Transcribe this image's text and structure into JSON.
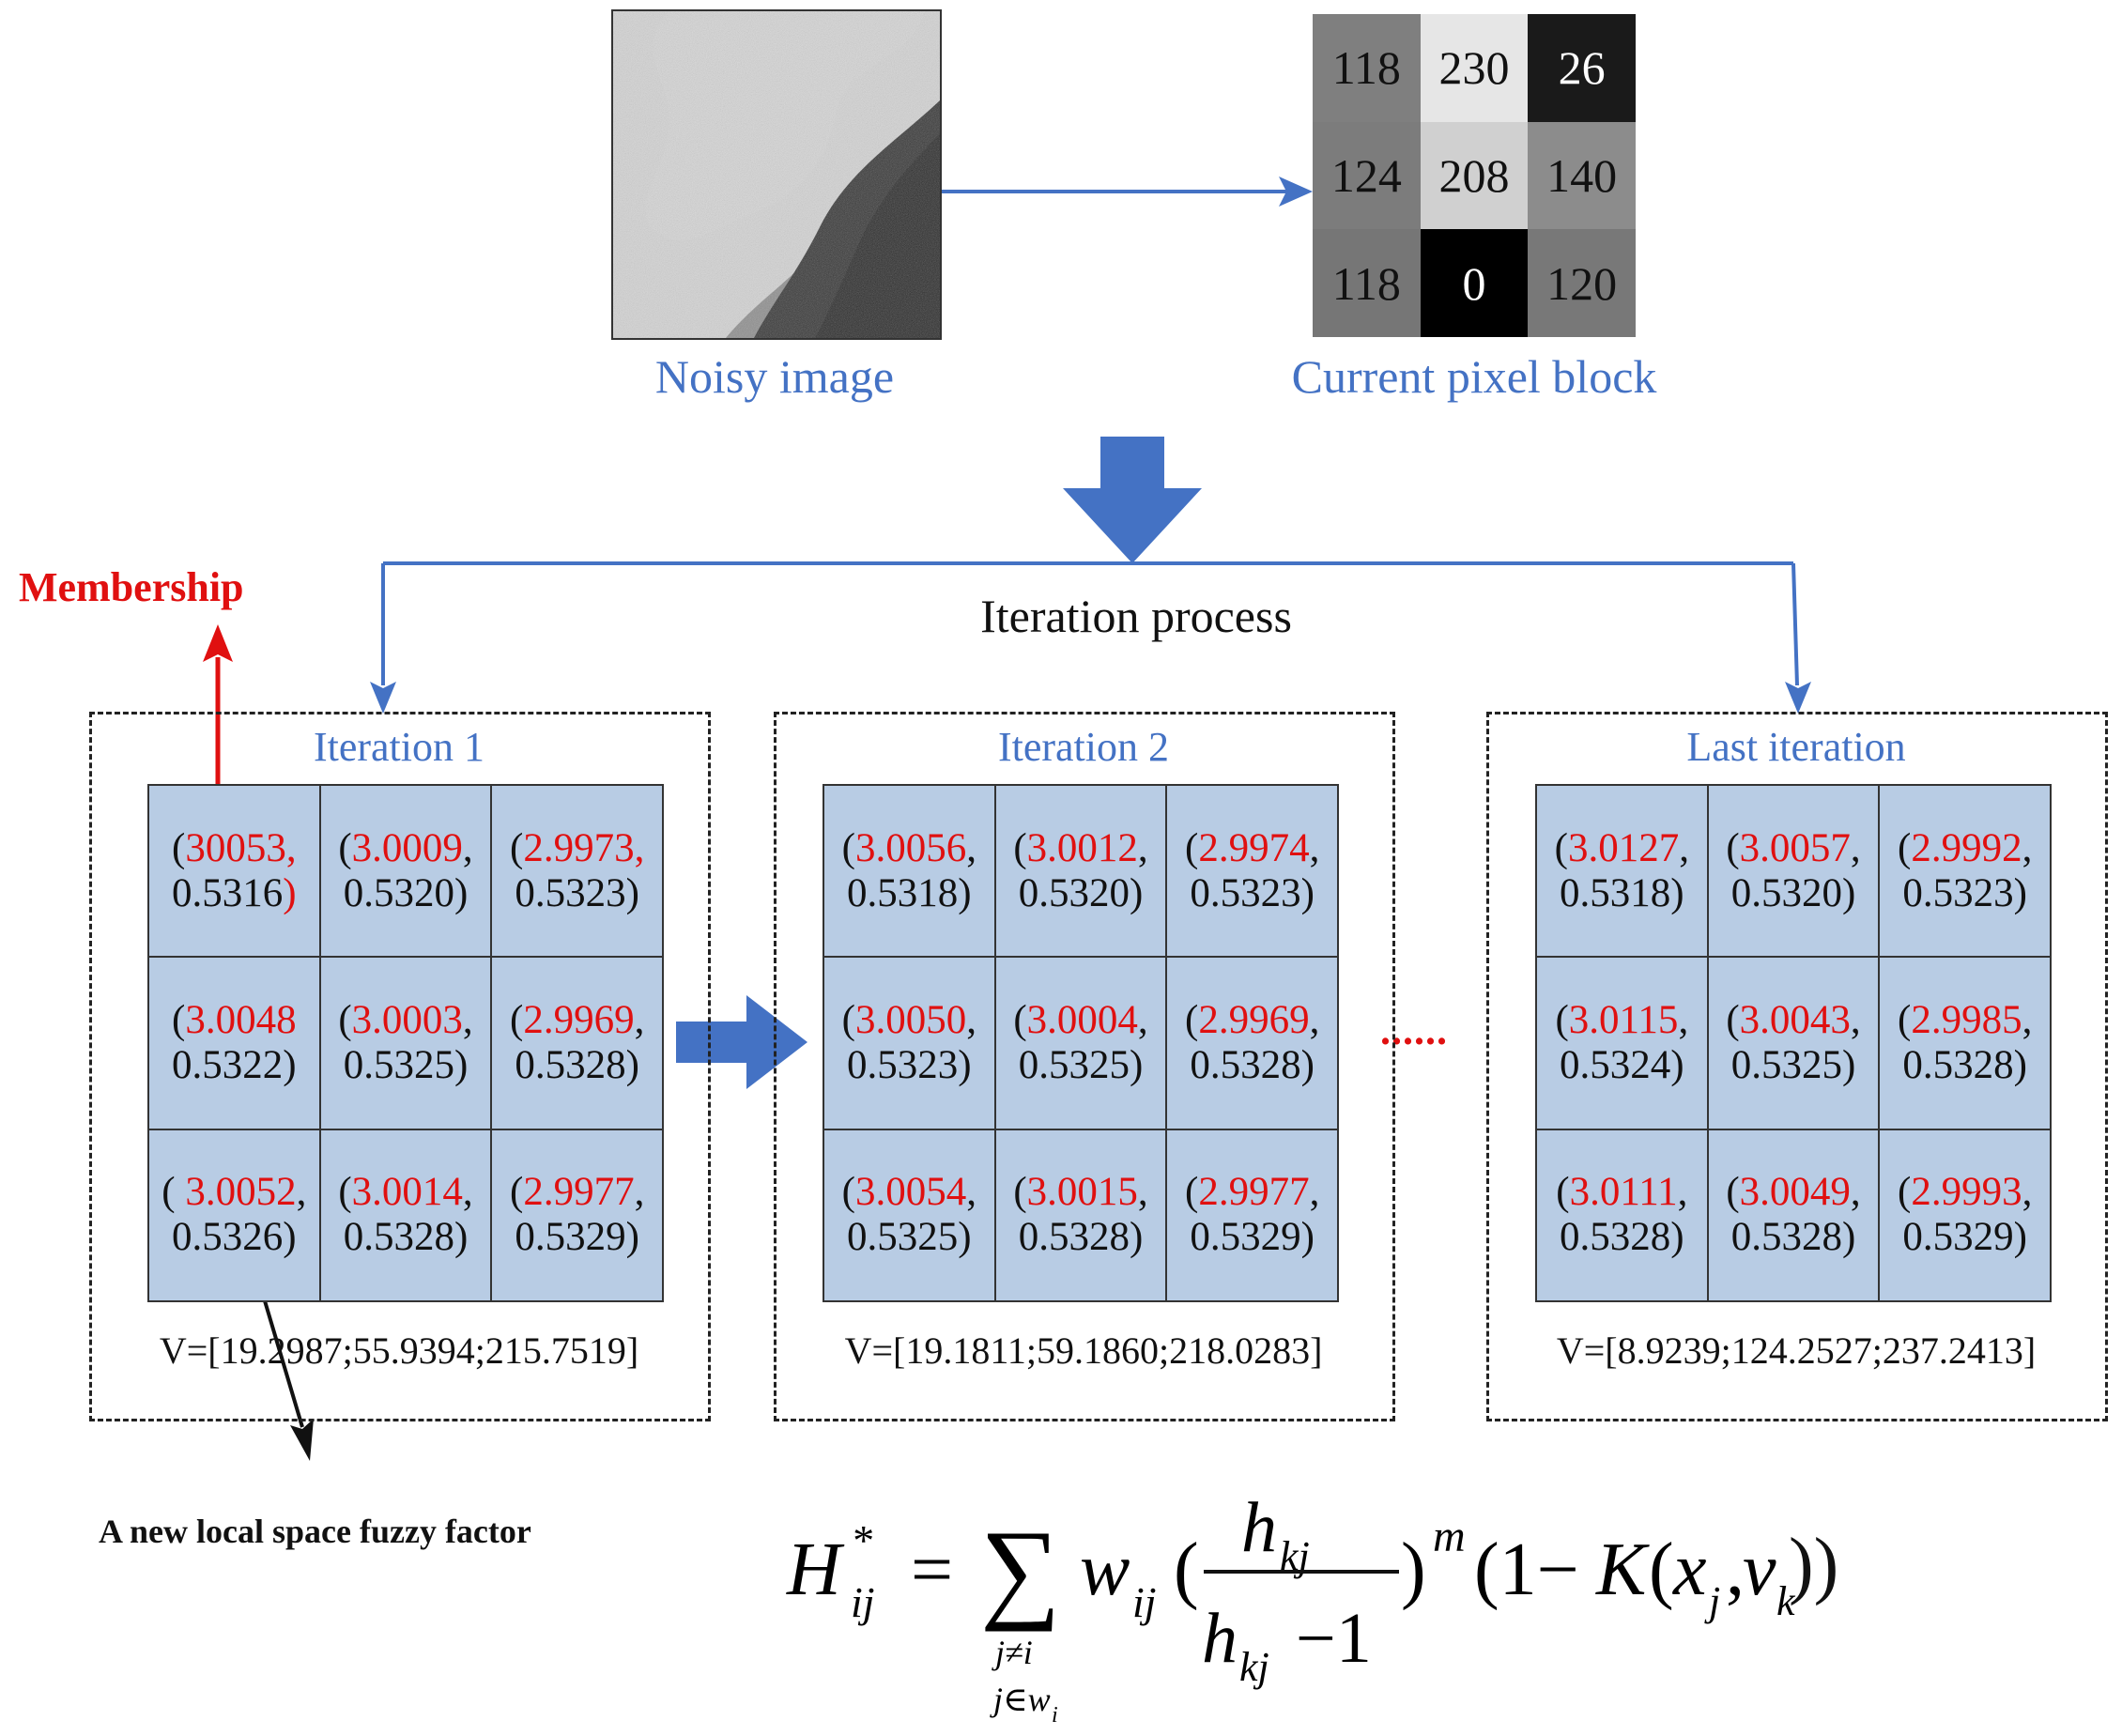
{
  "top": {
    "noisy_label": "Noisy image",
    "block_label": "Current pixel block",
    "pixel_block": [
      {
        "value": "118",
        "shade": "#7f7f7f",
        "text_color": "#111111"
      },
      {
        "value": "230",
        "shade": "#e6e6e6",
        "text_color": "#111111"
      },
      {
        "value": "26",
        "shade": "#1a1a1a",
        "text_color": "#ffffff"
      },
      {
        "value": "124",
        "shade": "#7c7c7c",
        "text_color": "#111111"
      },
      {
        "value": "208",
        "shade": "#d0d0d0",
        "text_color": "#111111"
      },
      {
        "value": "140",
        "shade": "#8c8c8c",
        "text_color": "#111111"
      },
      {
        "value": "118",
        "shade": "#767676",
        "text_color": "#111111"
      },
      {
        "value": "0",
        "shade": "#000000",
        "text_color": "#ffffff"
      },
      {
        "value": "120",
        "shade": "#787878",
        "text_color": "#111111"
      }
    ]
  },
  "process_label": "Iteration process",
  "membership_label": "Membership",
  "fuzzy_factor_label": "A new local space fuzzy factor",
  "ellipsis": "......",
  "panels": [
    {
      "title": "Iteration 1",
      "v_text": "V=[19.2987;55.9394;215.7519]",
      "cells": [
        {
          "open": "(",
          "red": "30053,",
          "second": "0.5316",
          "close": ")",
          "close_red": true
        },
        {
          "open": "(",
          "red": "3.0009",
          "comma": ",",
          "second": "0.5320",
          "close": ")"
        },
        {
          "open": "(",
          "red": "2.9973,",
          "second": "0.5323",
          "close": ")"
        },
        {
          "open": "(",
          "red": "3.0048",
          "second": "0.5322",
          "close": ")"
        },
        {
          "open": "(",
          "red": "3.0003",
          "comma": ",",
          "second": "0.5325",
          "close": ")"
        },
        {
          "open": "(",
          "red": "2.9969",
          "comma": ",",
          "second": "0.5328",
          "close": ")"
        },
        {
          "open": "( ",
          "red": "3.0052",
          "comma": ",",
          "second": "0.5326",
          "close": ")"
        },
        {
          "open": "(",
          "red": "3.0014",
          "comma": ",",
          "second": "0.5328",
          "close": ")"
        },
        {
          "open": "(",
          "red": "2.9977",
          "comma": ",",
          "second": "0.5329",
          "close": ")"
        }
      ]
    },
    {
      "title": "Iteration 2",
      "v_text": "V=[19.1811;59.1860;218.0283]",
      "cells": [
        {
          "open": "(",
          "red": "3.0056",
          "comma": ",",
          "second": "0.5318",
          "close": ")"
        },
        {
          "open": "(",
          "red": "3.0012",
          "comma": ",",
          "second": "0.5320",
          "close": ")"
        },
        {
          "open": "(",
          "red": "2.9974",
          "comma": ",",
          "second": "0.5323",
          "close": ")"
        },
        {
          "open": "(",
          "red": "3.0050",
          "comma": ",",
          "second": "0.5323",
          "close": ")"
        },
        {
          "open": "(",
          "red": "3.0004",
          "comma": ",",
          "second": "0.5325",
          "close": ")"
        },
        {
          "open": "(",
          "red": "2.9969",
          "comma": ",",
          "second": "0.5328",
          "close": ")"
        },
        {
          "open": "(",
          "red": "3.0054",
          "comma": ",",
          "second": "0.5325",
          "close": ")"
        },
        {
          "open": "(",
          "red": "3.0015",
          "comma": ",",
          "second": "0.5328",
          "close": ")"
        },
        {
          "open": "(",
          "red": "2.9977",
          "comma": ",",
          "second": "0.5329",
          "close": ")"
        }
      ]
    },
    {
      "title": "Last iteration",
      "v_text": "V=[8.9239;124.2527;237.2413]",
      "cells": [
        {
          "open": "(",
          "red": "3.0127",
          "comma": ",",
          "second": "0.5318",
          "close": ")"
        },
        {
          "open": "(",
          "red": "3.0057",
          "comma": ",",
          "second": "0.5320",
          "close": ")"
        },
        {
          "open": "(",
          "red": "2.9992",
          "comma": ",",
          "second": "0.5323",
          "close": ")"
        },
        {
          "open": "(",
          "red": "3.0115",
          "comma": ",",
          "second": "0.5324",
          "close": ")"
        },
        {
          "open": "(",
          "red": "3.0043",
          "comma": ",",
          "second": "0.5325",
          "close": ")"
        },
        {
          "open": "(",
          "red": "2.9985",
          "comma": ",",
          "second": "0.5328",
          "close": ")"
        },
        {
          "open": "(",
          "red": "3.0111",
          "comma": ",",
          "second": "0.5328",
          "close": ")"
        },
        {
          "open": "(",
          "red": "3.0049",
          "comma": ",",
          "second": "0.5328",
          "close": ")"
        },
        {
          "open": "(",
          "red": "2.9993",
          "comma": ",",
          "second": "0.5329",
          "close": ")"
        }
      ]
    }
  ],
  "formula": {
    "lhs": "H",
    "lhs_sup": "*",
    "lhs_sub": "ij",
    "equals": "=",
    "sum": "∑",
    "sum_cond1": "j≠i",
    "sum_cond2": "j∈w",
    "sum_cond2_sub": "i",
    "weight": "w",
    "weight_sub": "ij",
    "open": "(",
    "numerator": "h",
    "numerator_sub": "kj",
    "denominator": "h",
    "denominator_sub": "kj",
    "denominator_tail": "−1",
    "close": ")",
    "exponent": "m",
    "tail_a": "(1−",
    "kernel": "K",
    "tail_b": "(",
    "x": "x",
    "x_sub": "j",
    "comma": ",",
    "v": "v",
    "v_sub": "k",
    "tail_c": "))"
  },
  "colors": {
    "accent_blue": "#4472C4",
    "red": "#E01010",
    "cell_fill": "#B8CCE4"
  }
}
